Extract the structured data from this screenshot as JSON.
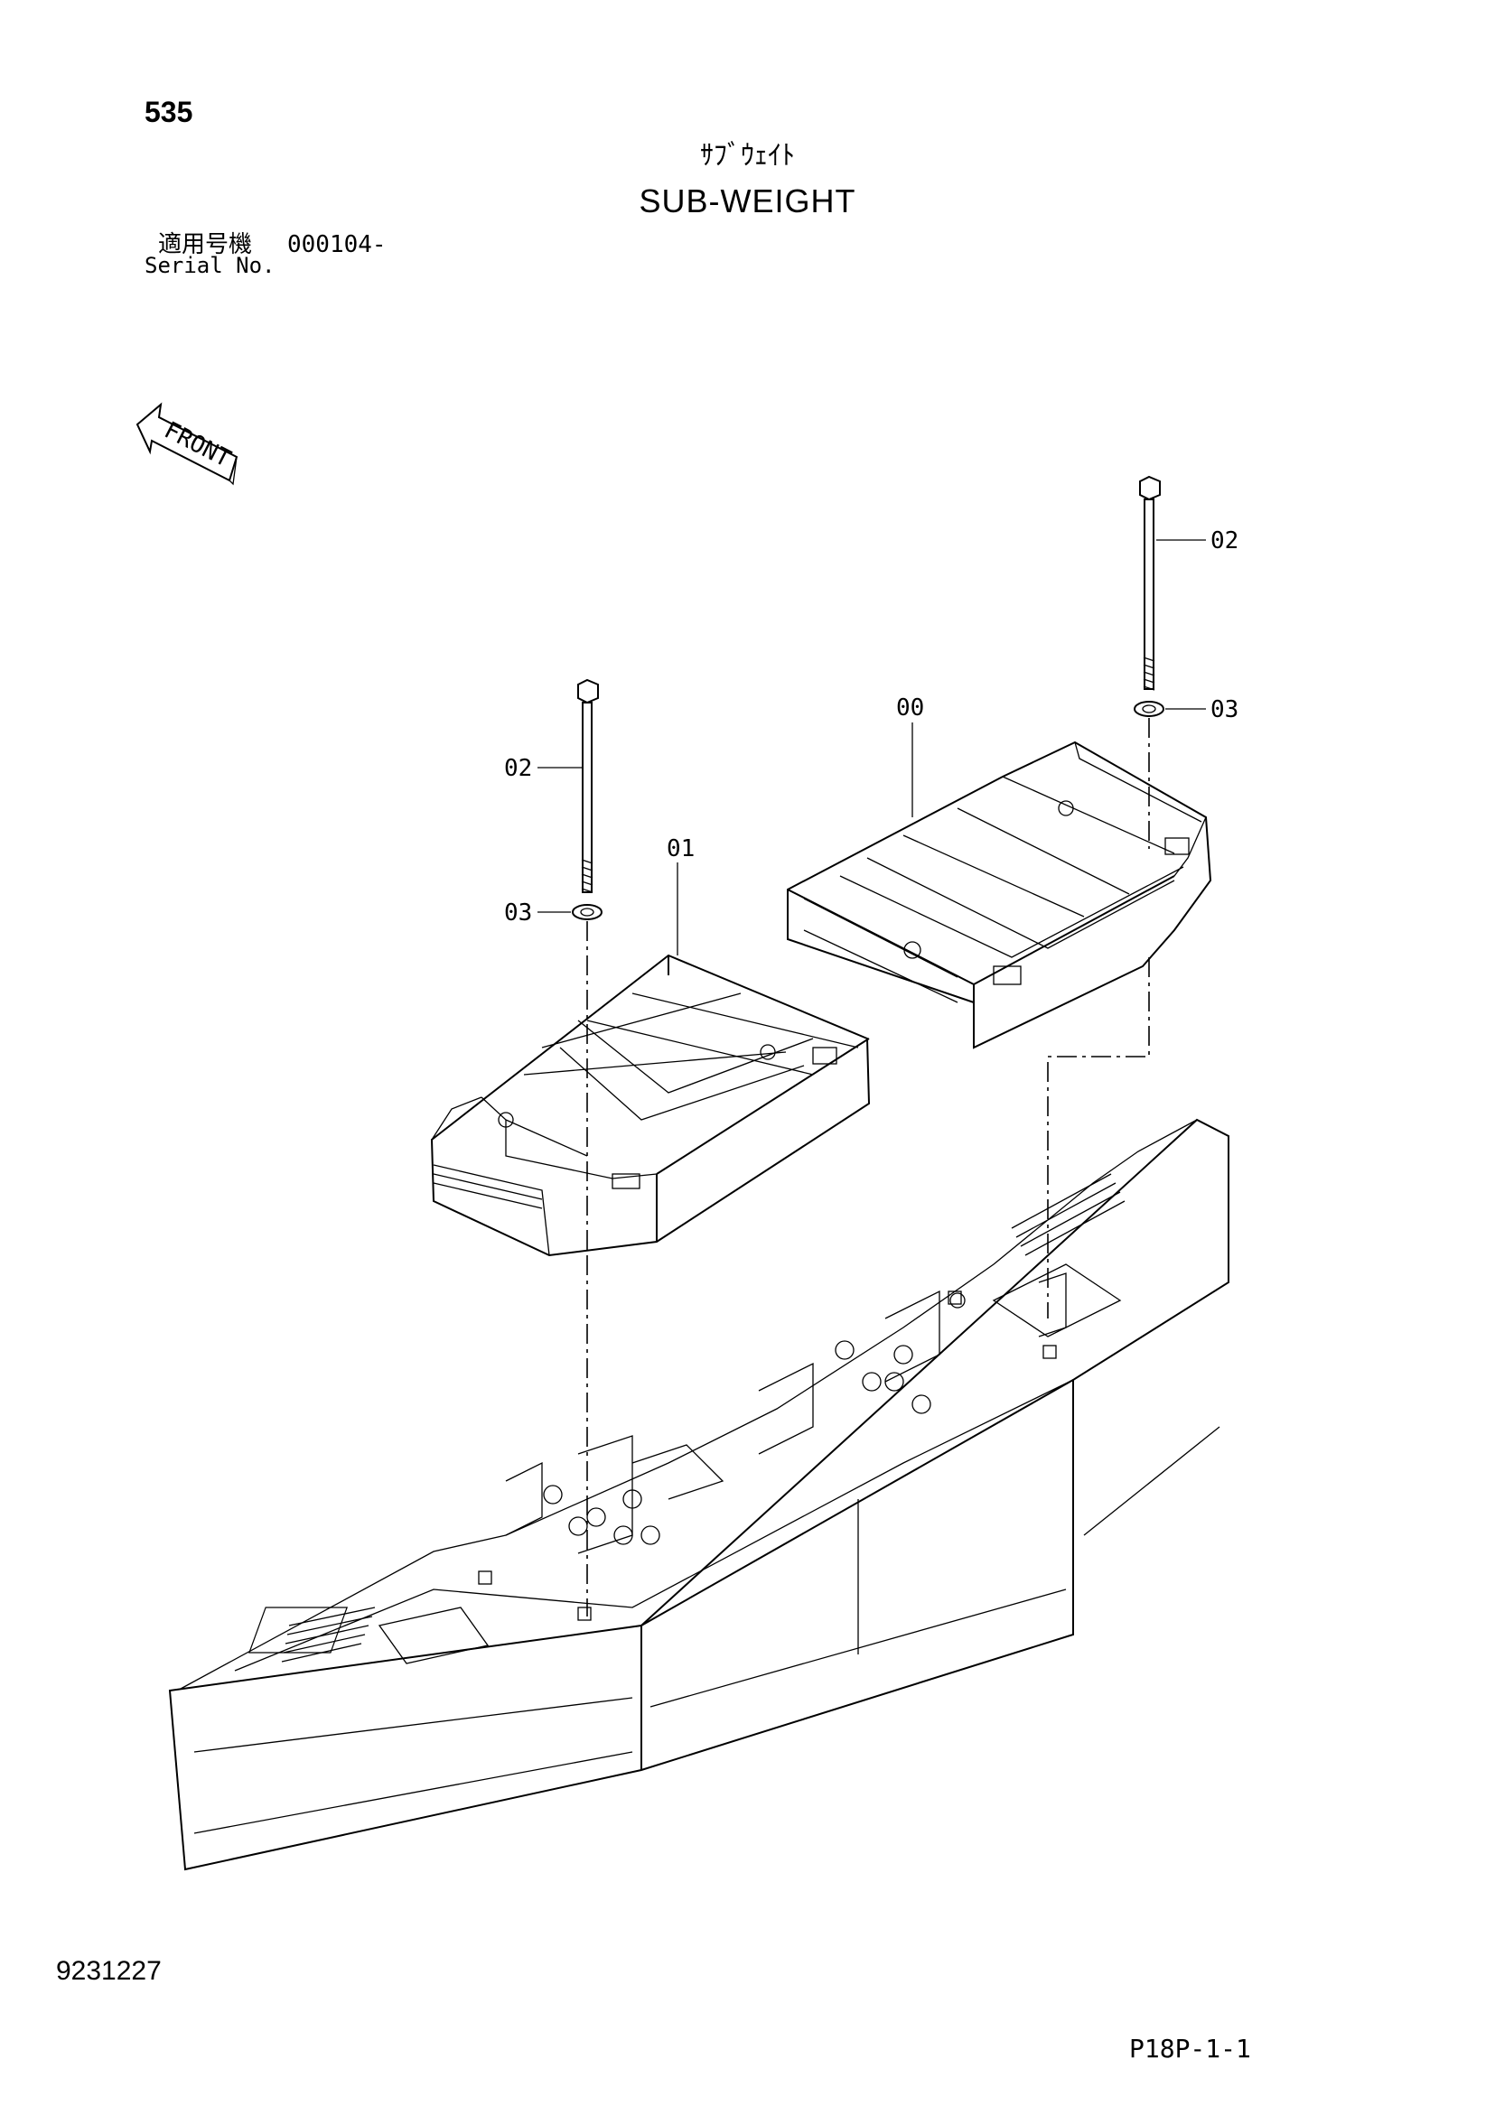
{
  "header": {
    "page_number": "535",
    "title_jp": "ｻﾌﾞｳｪｲﾄ",
    "title_en": "SUB-WEIGHT"
  },
  "serial": {
    "label_jp": "適用号機",
    "value": "000104-",
    "label_en": "Serial No."
  },
  "front_indicator": "FRONT",
  "callouts": {
    "part_00": "00",
    "part_01": "01",
    "part_02_right": "02",
    "part_03_right": "03",
    "part_02_left": "02",
    "part_03_left": "03"
  },
  "footer": {
    "drawing_number": "9231227",
    "sheet_code": "P18P-1-1"
  }
}
